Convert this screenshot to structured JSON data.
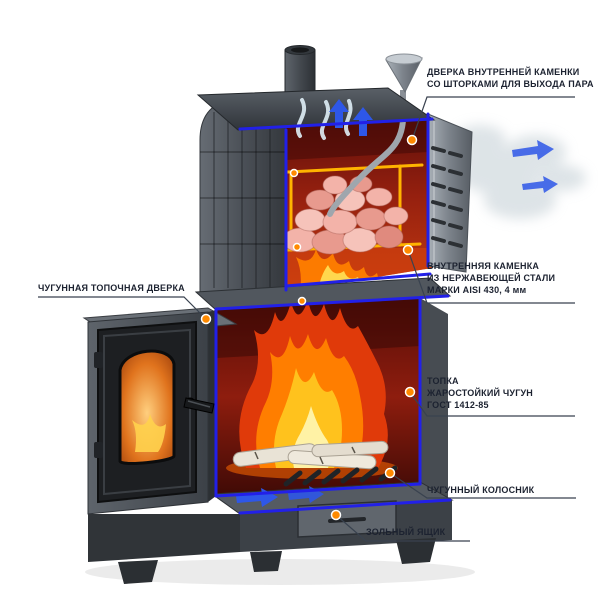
{
  "diagram": {
    "type": "stove-cutaway-illustration",
    "language": "ru",
    "labels": {
      "steam_door": "ДВЕРКА ВНУТРЕННЕЙ КАМЕНКИ\nСО ШТОРКАМИ ДЛЯ ВЫХОДА ПАРА",
      "furnace_door": "ЧУГУННАЯ ТОПОЧНАЯ ДВЕРКА",
      "inner_heater": "ВНУТРЕННЯЯ КАМЕНКА\nИЗ НЕРЖАВЕЮЩЕЙ СТАЛИ\nМАРКИ AISI 430,  4 мм",
      "firebox": "ТОПКА\nЖАРОСТОЙКИЙ ЧУГУН\nГОСТ 1412-85",
      "grate": "ЧУГУННЫЙ КОЛОСНИК",
      "ash_box": "ЗОЛЬНЫЙ ЯЩИК"
    },
    "colors": {
      "background": "#ffffff",
      "label_text": "#1c2230",
      "leader_line": "#39424f",
      "marker_orange": "#ff8a00",
      "trim_blue": "#2220e8",
      "body_gray": "#4b5057",
      "interior_red": "#96200f",
      "flame_orange": "#ff7e00",
      "flame_yellow": "#ffc21d",
      "stones_pink": "#f3b3a9",
      "steel_gray": "#7e858d",
      "frame_yellow": "#ffb400",
      "steam_arrow_blue": "#2e57e8"
    }
  }
}
